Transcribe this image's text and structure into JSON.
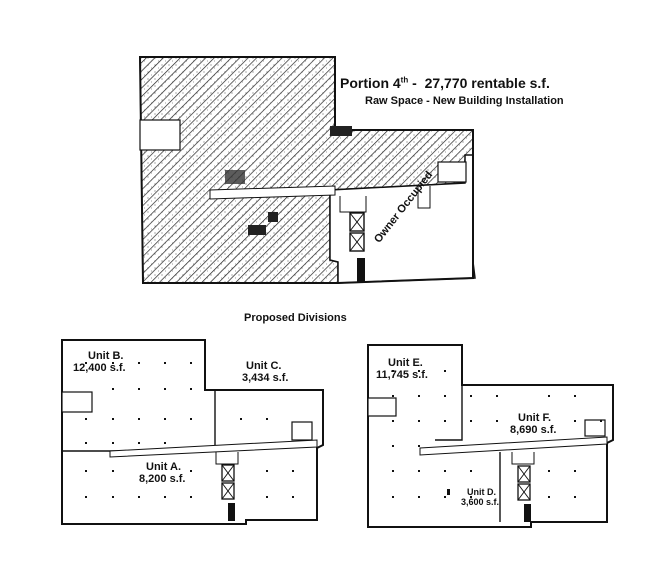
{
  "top_plan": {
    "title_prefix": "Portion 4",
    "title_sup": "th",
    "title_suffix": " -  27,770 rentable s.f.",
    "subtitle": "Raw Space - New Building Installation",
    "owner_label": "Owner Occupied"
  },
  "section_label": "Proposed Divisions",
  "left_plan": {
    "units": [
      {
        "name": "Unit B.",
        "area": "12,400 s.f."
      },
      {
        "name": "Unit C.",
        "area": "3,434 s.f."
      },
      {
        "name": "Unit A.",
        "area": "8,200 s.f."
      }
    ]
  },
  "right_plan": {
    "units": [
      {
        "name": "Unit E.",
        "area": "11,745 s.f."
      },
      {
        "name": "Unit F.",
        "area": "8,690 s.f."
      },
      {
        "name": "Unit D.",
        "area": "3,600 s.f."
      }
    ]
  },
  "colors": {
    "ink": "#111111",
    "hatch": "#222222",
    "paper": "#ffffff"
  }
}
